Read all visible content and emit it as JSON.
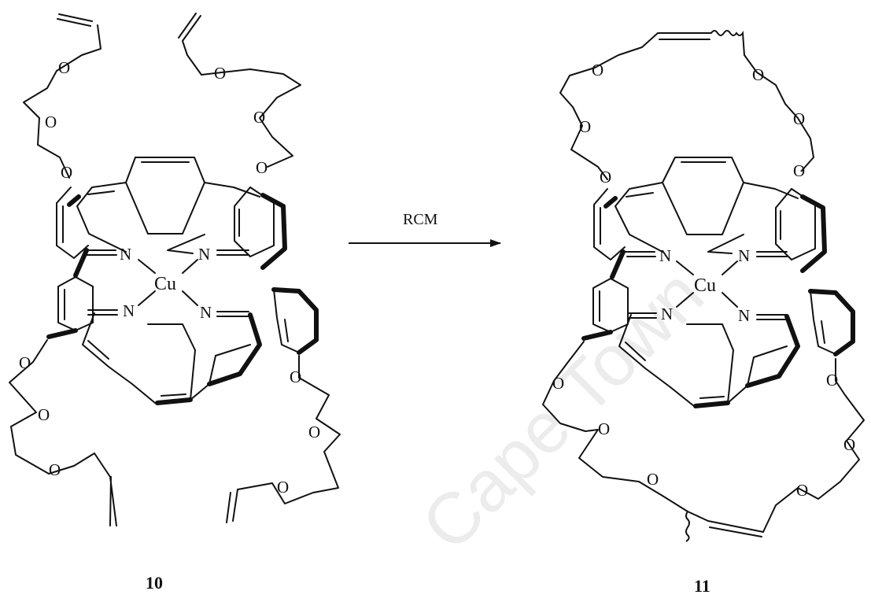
{
  "atoms": {
    "oxygen": "O",
    "nitrogen": "N",
    "copper": "Cu"
  },
  "reaction": {
    "label": "RCM"
  },
  "compounds": {
    "reactant_label": "10",
    "product_label": "11"
  },
  "watermark": {
    "text": "Cape Town"
  }
}
